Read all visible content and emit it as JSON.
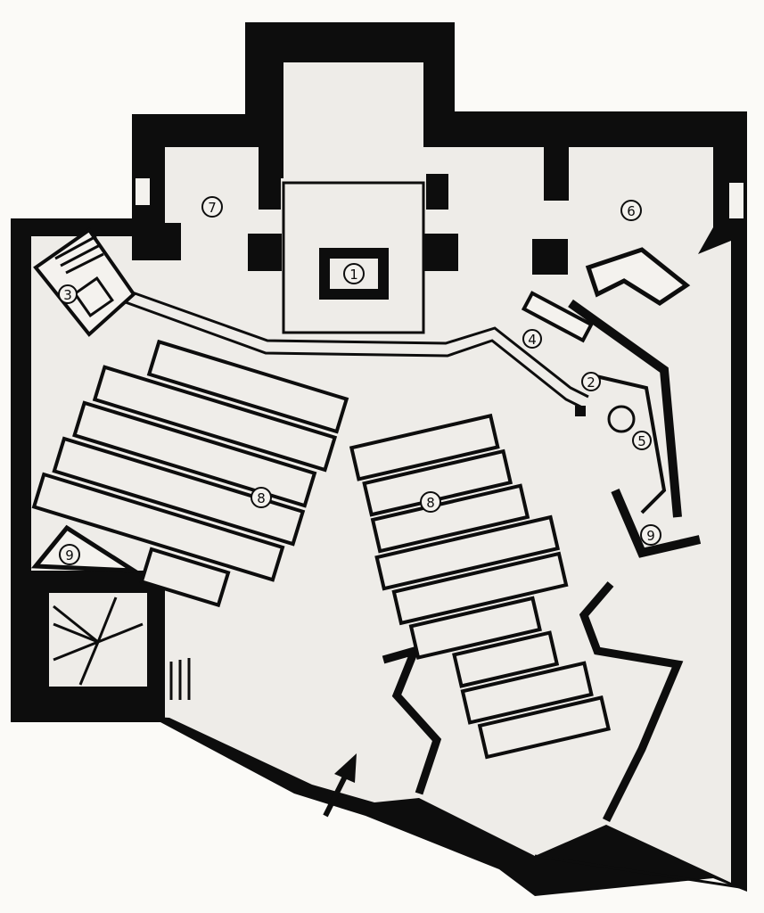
{
  "labels": {
    "altar": "1",
    "rail_marker": "2",
    "pulpit": "3",
    "organ": "4",
    "font": "5",
    "right_chapel": "6",
    "left_chapel": "7",
    "pews_left": "8",
    "pews_right": "8",
    "room_left": "9",
    "room_right": "9"
  },
  "colors": {
    "wall": "#0d0d0d",
    "floor": "#eeece8",
    "paper": "#fbfaf7"
  }
}
